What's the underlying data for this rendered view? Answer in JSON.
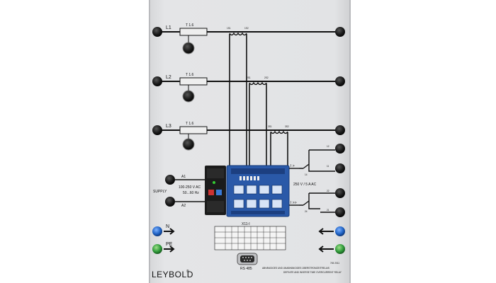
{
  "lines": [
    {
      "label": "L1",
      "fuse": "T 1.6",
      "ct_left": "1S1",
      "ct_right": "1S2"
    },
    {
      "label": "L2",
      "fuse": "T 1.6",
      "ct_left": "2S1",
      "ct_right": "2S2"
    },
    {
      "label": "L3",
      "fuse": "T 1.6",
      "ct_left": "3S1",
      "ct_right": "3S2"
    }
  ],
  "supply": {
    "label": "SUPPLY",
    "a1": "A1",
    "a2": "A2",
    "voltage": "100-250 V AC",
    "frequency": "50...60 Hz"
  },
  "output": {
    "rating": "250 V / 5 A AC",
    "relay1_tag": "I >",
    "relay2_tag": "I >>",
    "t12": "12",
    "t11": "11",
    "t14": "14",
    "t22": "22",
    "t21": "21",
    "t24": "24"
  },
  "ground": {
    "n": "N",
    "pe": "PE"
  },
  "table": {
    "title": "X11-I"
  },
  "port": {
    "label": "RS 485"
  },
  "brand": {
    "name": "LEYBOLD",
    "mark": "®"
  },
  "product": {
    "number": "745 2011",
    "name_de": "ABHÄNGIGES UND UNABHÄNGIGES ÜBERSTROMZEITRELAIS",
    "name_en": "DEFINITE AND INVERSE TIME OVERCURRENT RELAY"
  },
  "colors": {
    "panel": "#e2e3e5",
    "socket_black": "#141414",
    "socket_blue": "#1f62c4",
    "socket_green": "#2f9a3a",
    "relay_blue": "#2a59a8"
  }
}
